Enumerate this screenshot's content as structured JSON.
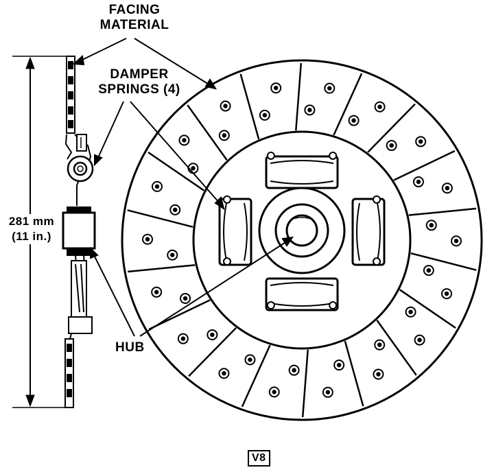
{
  "labels": {
    "facing_line1": "FACING",
    "facing_line2": "MATERIAL",
    "damper_line1": "DAMPER",
    "damper_line2": "SPRINGS (4)",
    "dim_line1": "281 mm",
    "dim_line2": "(11 in.)",
    "hub": "HUB",
    "engine_tag": "V8"
  },
  "diagram": {
    "damper_spring_count": 4,
    "facing_segments": 18,
    "stroke_color": "#000000",
    "background_color": "#ffffff"
  }
}
